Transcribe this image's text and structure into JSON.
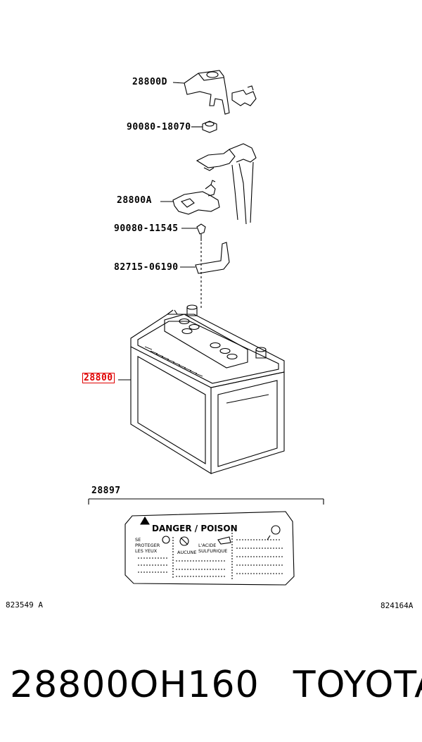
{
  "parts": {
    "p28800d": "28800D",
    "p90080_18070": "90080-18070",
    "p28800a": "28800A",
    "p90080_11545": "90080-11545",
    "p82715_06190": "82715-06190",
    "p28800": "28800",
    "p28897": "28897"
  },
  "label_card": {
    "heading": "DANGER / POISON",
    "col1": [
      "SE",
      "PROTEGER",
      "LES YEUX"
    ],
    "col3": [
      "L'ACIDE",
      "SULFURIQUE"
    ],
    "col2_text": "AUCUNE"
  },
  "codes": {
    "left": "823549 A",
    "right": "824164A"
  },
  "footer": {
    "part_number": "28800OH160",
    "brand": "TOYOTA"
  },
  "colors": {
    "highlight": "#e00000",
    "line": "#000000"
  }
}
